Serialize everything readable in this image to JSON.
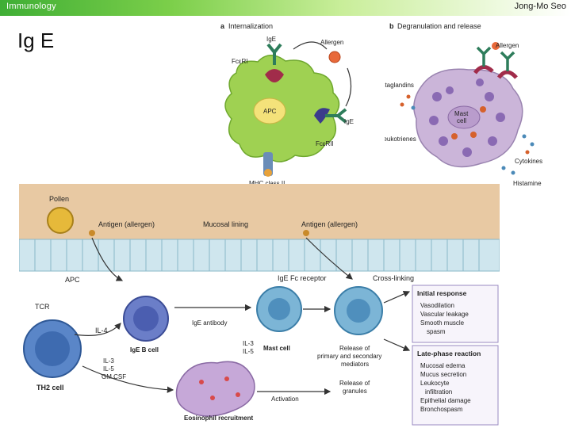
{
  "header": {
    "left": "Immunology",
    "right": "Jong-Mo Seo"
  },
  "title": "Ig E",
  "panel_a": {
    "label": "a",
    "heading": "Internalization",
    "ige": "IgE",
    "allergen": "Allergen",
    "fceri": "FcεRI",
    "apc": "APC",
    "ige2": "IgE",
    "fceri2": "FcεRII",
    "mhc": "MHC class II"
  },
  "panel_b": {
    "label": "b",
    "heading": "Degranulation and release",
    "allergen": "Allergen",
    "prostaglandins": "Prostaglandins",
    "mast_cell_1": "Mast",
    "mast_cell_2": "cell",
    "leukotrienes": "Leukotrienes",
    "cytokines": "Cytokines",
    "histamine": "Histamine"
  },
  "panel_c": {
    "pollen": "Pollen",
    "antigen_left": "Antigen (allergen)",
    "mucosal": "Mucosal lining",
    "antigen_right": "Antigen (allergen)",
    "apc": "APC",
    "fc_receptor": "IgE Fc receptor",
    "cross_linking": "Cross-linking",
    "tcr": "TCR",
    "il4": "IL-4",
    "ige_antibody": "IgE antibody",
    "ige_b_cell": "IgE B cell",
    "il3": "IL-3",
    "il5": "IL-5",
    "mast_cell": "Mast cell",
    "release_1": "Release of",
    "release_2": "primary and secondary",
    "release_3": "mediators",
    "th2_cell": "TH2 cell",
    "il3b": "IL-3",
    "il5b": "IL-5",
    "gmcsf": "GM CSF",
    "eosinophil": "Eosinophil recruitment",
    "activation": "Activation",
    "granule_1": "Release of",
    "granule_2": "granules",
    "initial": {
      "title": "Initial response",
      "items": [
        "Vasodilation",
        "Vascular leakage",
        "Smooth muscle",
        "spasm"
      ]
    },
    "late": {
      "title": "Late-phase reaction",
      "items": [
        "Mucosal edema",
        "Mucus secretion",
        "Leukocyte",
        "infiltration",
        "Epithelial damage",
        "Bronchospasm"
      ]
    }
  }
}
